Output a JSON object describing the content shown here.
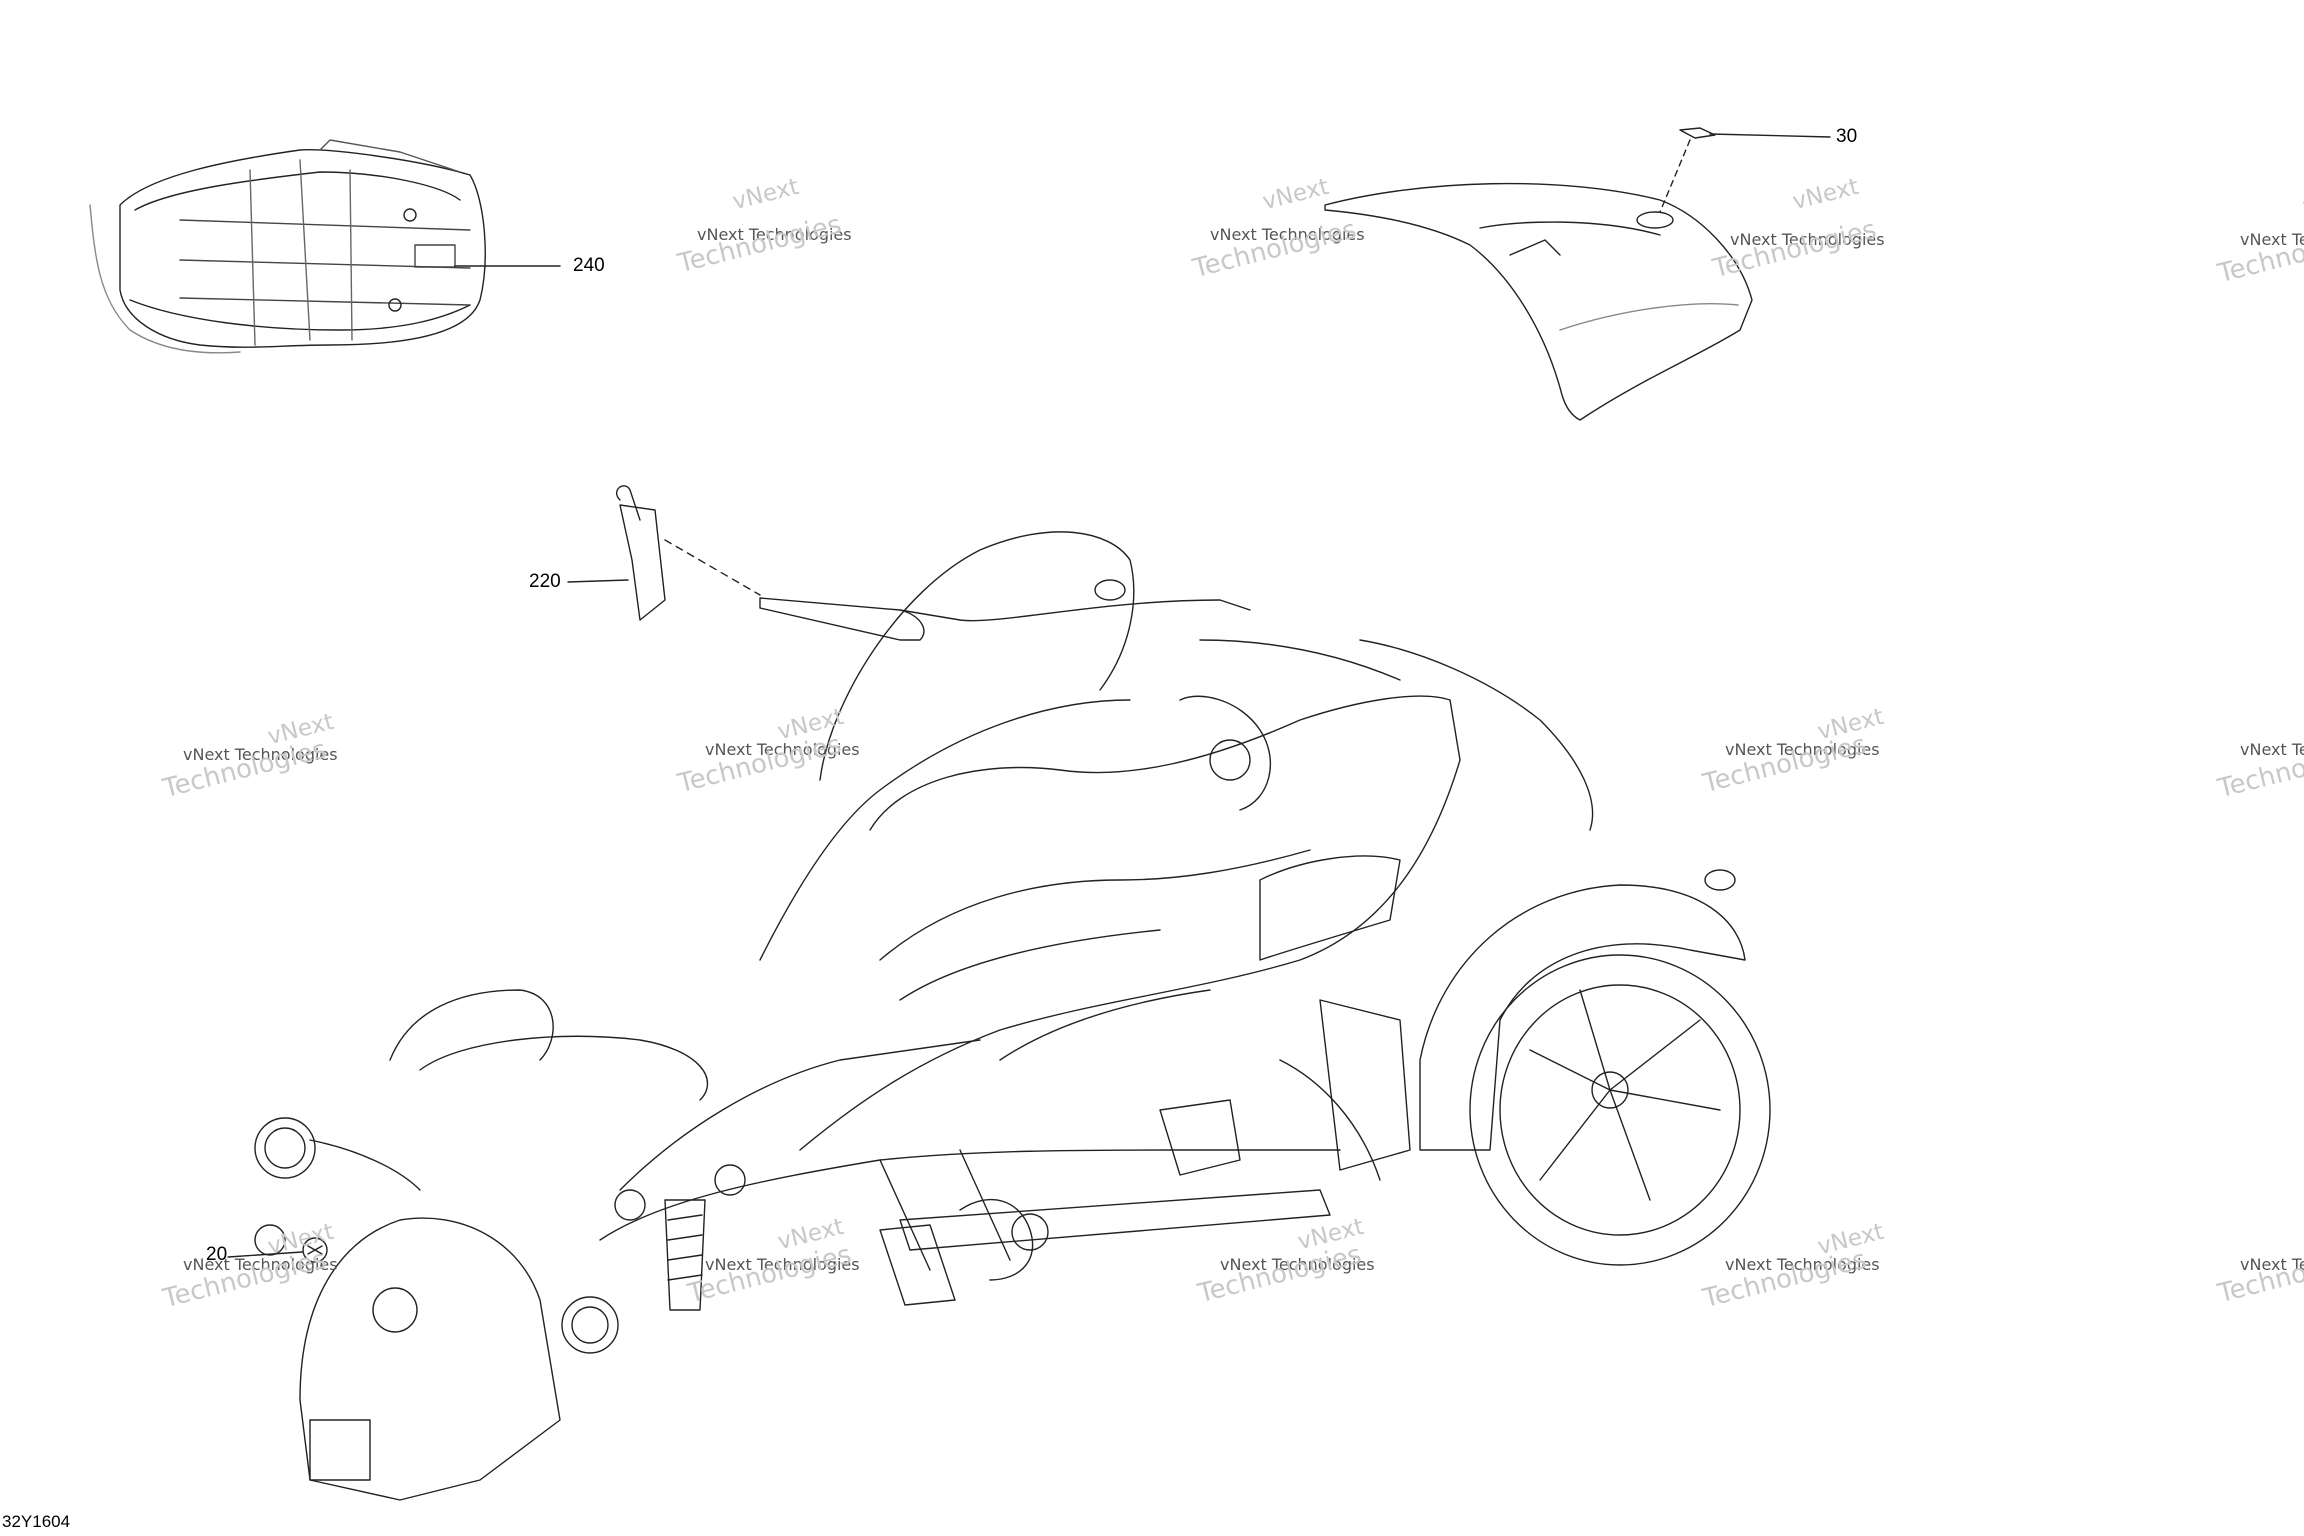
{
  "callouts": [
    {
      "id": "c240",
      "text": "240"
    },
    {
      "id": "c30",
      "text": "30"
    },
    {
      "id": "c220",
      "text": "220"
    },
    {
      "id": "c20",
      "text": "20"
    }
  ],
  "figure_id": "32Y1604",
  "watermark": {
    "line_top": "vNext",
    "line_main": "vNext Technologies",
    "line_bottom": "Technologies"
  },
  "colors": {
    "line": "#222222",
    "light_line": "#9a9a9a",
    "watermark": "#c8c8c8"
  }
}
